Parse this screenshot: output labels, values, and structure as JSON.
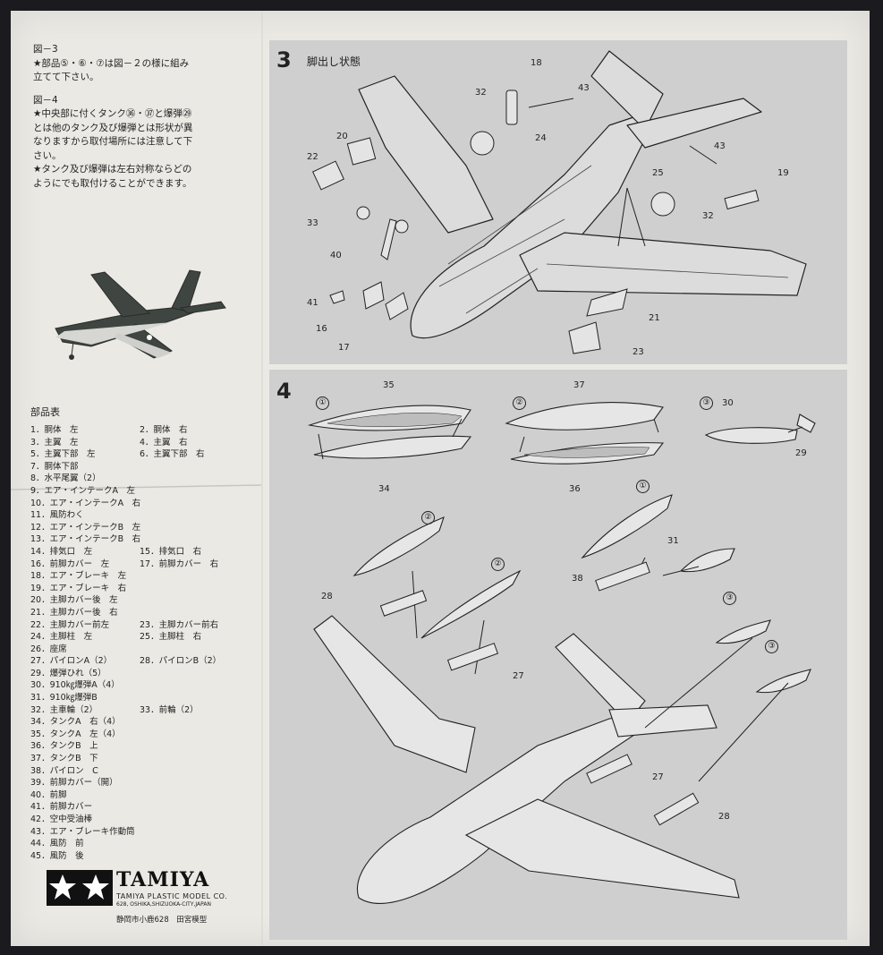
{
  "notes": {
    "fig3_heading": "図－3",
    "fig3_text_1": "★部品⑤・⑥・⑦は図－２の様に組み",
    "fig3_text_2": "立てて下さい。",
    "fig4_heading": "図－4",
    "fig4_text_1": "★中央部に付くタンク㊱・㊲と爆弾㉙",
    "fig4_text_2": "とは他のタンク及び爆弾とは形状が異",
    "fig4_text_3": "なりますから取付場所には注意して下",
    "fig4_text_4": "さい。",
    "fig4_text_5": "★タンク及び爆弾は左右対称ならどの",
    "fig4_text_6": "ようにでも取付けることができます。"
  },
  "parts_title": "部品表",
  "parts": [
    [
      "1．胴体　左",
      "2．胴体　右"
    ],
    [
      "3．主翼　左",
      "4．主翼　右"
    ],
    [
      "5．主翼下部　左",
      "6．主翼下部　右"
    ],
    [
      "7．胴体下部",
      ""
    ],
    [
      "8．水平尾翼（2）",
      ""
    ],
    [
      "9．エア・インテークA　左",
      ""
    ],
    [
      "10．エア・インテークA　右",
      ""
    ],
    [
      "11．風防わく",
      ""
    ],
    [
      "12．エア・インテークB　左",
      ""
    ],
    [
      "13．エア・インテークB　右",
      ""
    ],
    [
      "14．排気口　左",
      "15．排気口　右"
    ],
    [
      "16．前脚カバー　左",
      "17．前脚カバー　右"
    ],
    [
      "18．エア・ブレーキ　左",
      ""
    ],
    [
      "19．エア・ブレーキ　右",
      ""
    ],
    [
      "20．主脚カバー後　左",
      ""
    ],
    [
      "21．主脚カバー後　右",
      ""
    ],
    [
      "22．主脚カバー前左",
      "23．主脚カバー前右"
    ],
    [
      "24．主脚柱　左",
      "25．主脚柱　右"
    ],
    [
      "26．座席",
      ""
    ],
    [
      "27．パイロンA（2）",
      "28．パイロンB（2）"
    ],
    [
      "29．爆弾ひれ（5）",
      ""
    ],
    [
      "30．910㎏爆弾A（4）",
      ""
    ],
    [
      "31．910㎏爆弾B",
      ""
    ],
    [
      "32．主車輪（2）",
      "33．前輪（2）"
    ],
    [
      "34．タンクA　右（4）",
      ""
    ],
    [
      "35．タンクA　左（4）",
      ""
    ],
    [
      "36．タンクB　上",
      ""
    ],
    [
      "37．タンクB　下",
      ""
    ],
    [
      "38．パイロン　C",
      ""
    ],
    [
      "39．前脚カバー（開）",
      ""
    ],
    [
      "40．前脚",
      ""
    ],
    [
      "41．前脚カバー",
      ""
    ],
    [
      "42．空中受油棒",
      ""
    ],
    [
      "43．エア・ブレーキ作動筒",
      ""
    ],
    [
      "44．風防　前",
      ""
    ],
    [
      "45．風防　後",
      ""
    ]
  ],
  "step3": {
    "number": "3",
    "title": "脚出し状態",
    "labels": [
      "18",
      "43",
      "32",
      "24",
      "20",
      "22",
      "43",
      "25",
      "19",
      "33",
      "32",
      "40",
      "41",
      "16",
      "17",
      "21",
      "23"
    ]
  },
  "step4": {
    "number": "4",
    "circles": [
      "①",
      "②",
      "③",
      "②",
      "①",
      "②",
      "③",
      "③"
    ],
    "labels": [
      "35",
      "34",
      "37",
      "36",
      "30",
      "29",
      "31",
      "38",
      "28",
      "27",
      "27",
      "28"
    ]
  },
  "footer": {
    "brand": "TAMIYA",
    "company": "TAMIYA PLASTIC MODEL CO.",
    "address": "628, OSHIKA,SHIZUOKA-CITY,JAPAN",
    "japanese_address": "静岡市小鹿628　田宮模型"
  },
  "colors": {
    "paper": "#ebe9e4",
    "panel": "#cfcfcf",
    "ink": "#222222",
    "background": "#1b1b1f"
  }
}
